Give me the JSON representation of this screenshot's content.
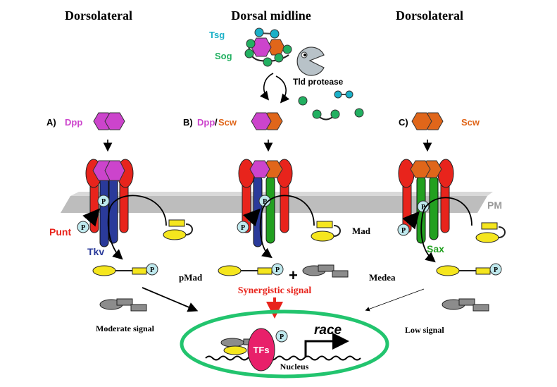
{
  "headings": {
    "left": "Dorsolateral",
    "center": "Dorsal midline",
    "right": "Dorsolateral"
  },
  "labels": {
    "tsg": "Tsg",
    "sog": "Sog",
    "tld_protease": "Tld protease",
    "panel_a": "A)",
    "panel_b": "B)",
    "panel_c": "C)",
    "dpp": "Dpp",
    "slash": "/",
    "scw": "Scw",
    "pm": "PM",
    "punt": "Punt",
    "tkv": "Tkv",
    "sax": "Sax",
    "mad": "Mad",
    "pmad": "pMad",
    "medea": "Medea",
    "plus": "+",
    "phospho": "P",
    "synergistic_signal": "Synergistic signal",
    "moderate_signal": "Moderate signal",
    "low_signal": "Low signal",
    "race": "race",
    "tfs": "TFs",
    "nucleus": "Nucleus"
  },
  "colors": {
    "dpp": "#cc44cc",
    "scw": "#e0661a",
    "tsg": "#1ab0c8",
    "sog": "#22b061",
    "punt": "#e8241c",
    "tkv": "#2a3a9a",
    "sax": "#22a020",
    "membrane": "#bdbdbd",
    "mad": "#f5e61e",
    "medea": "#8c8c8c",
    "phospho": "#bfe9ee",
    "nucleus": "#22c46e",
    "tfs": "#e8206a",
    "synergy": "#e8241c"
  }
}
